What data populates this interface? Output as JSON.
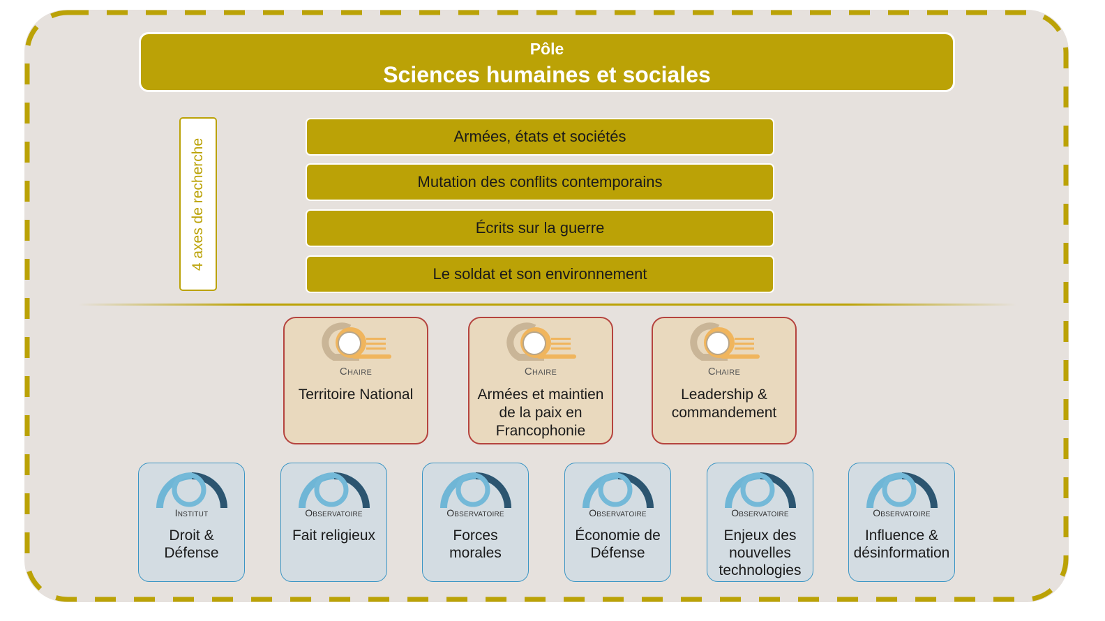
{
  "colors": {
    "gold": "#bba206",
    "frame_bg": "#e6e1dd",
    "chaire_bg": "#e9d9be",
    "chaire_border": "#b5433e",
    "obs_bg": "#d3dce2",
    "obs_border": "#3b95c4"
  },
  "header": {
    "pre": "Pôle",
    "title": "Sciences humaines et sociales"
  },
  "axes_label": "4 axes de recherche",
  "axes": [
    "Armées, états et sociétés",
    "Mutation des conflits contemporains",
    "Écrits sur la guerre",
    "Le soldat et son environnement"
  ],
  "chaires": [
    {
      "kind": "Chaire",
      "name": "Territoire National"
    },
    {
      "kind": "Chaire",
      "name": "Armées et maintien de la paix en Francophonie"
    },
    {
      "kind": "Chaire",
      "name": "Leadership & commandement"
    }
  ],
  "observatoires": [
    {
      "kind": "Institut",
      "name": "Droit & Défense"
    },
    {
      "kind": "Observatoire",
      "name": "Fait religieux"
    },
    {
      "kind": "Observatoire",
      "name": "Forces morales"
    },
    {
      "kind": "Observatoire",
      "name": "Économie de Défense"
    },
    {
      "kind": "Observatoire",
      "name": "Enjeux des nouvelles technologies"
    },
    {
      "kind": "Observatoire",
      "name": "Influence & désinformation"
    }
  ]
}
